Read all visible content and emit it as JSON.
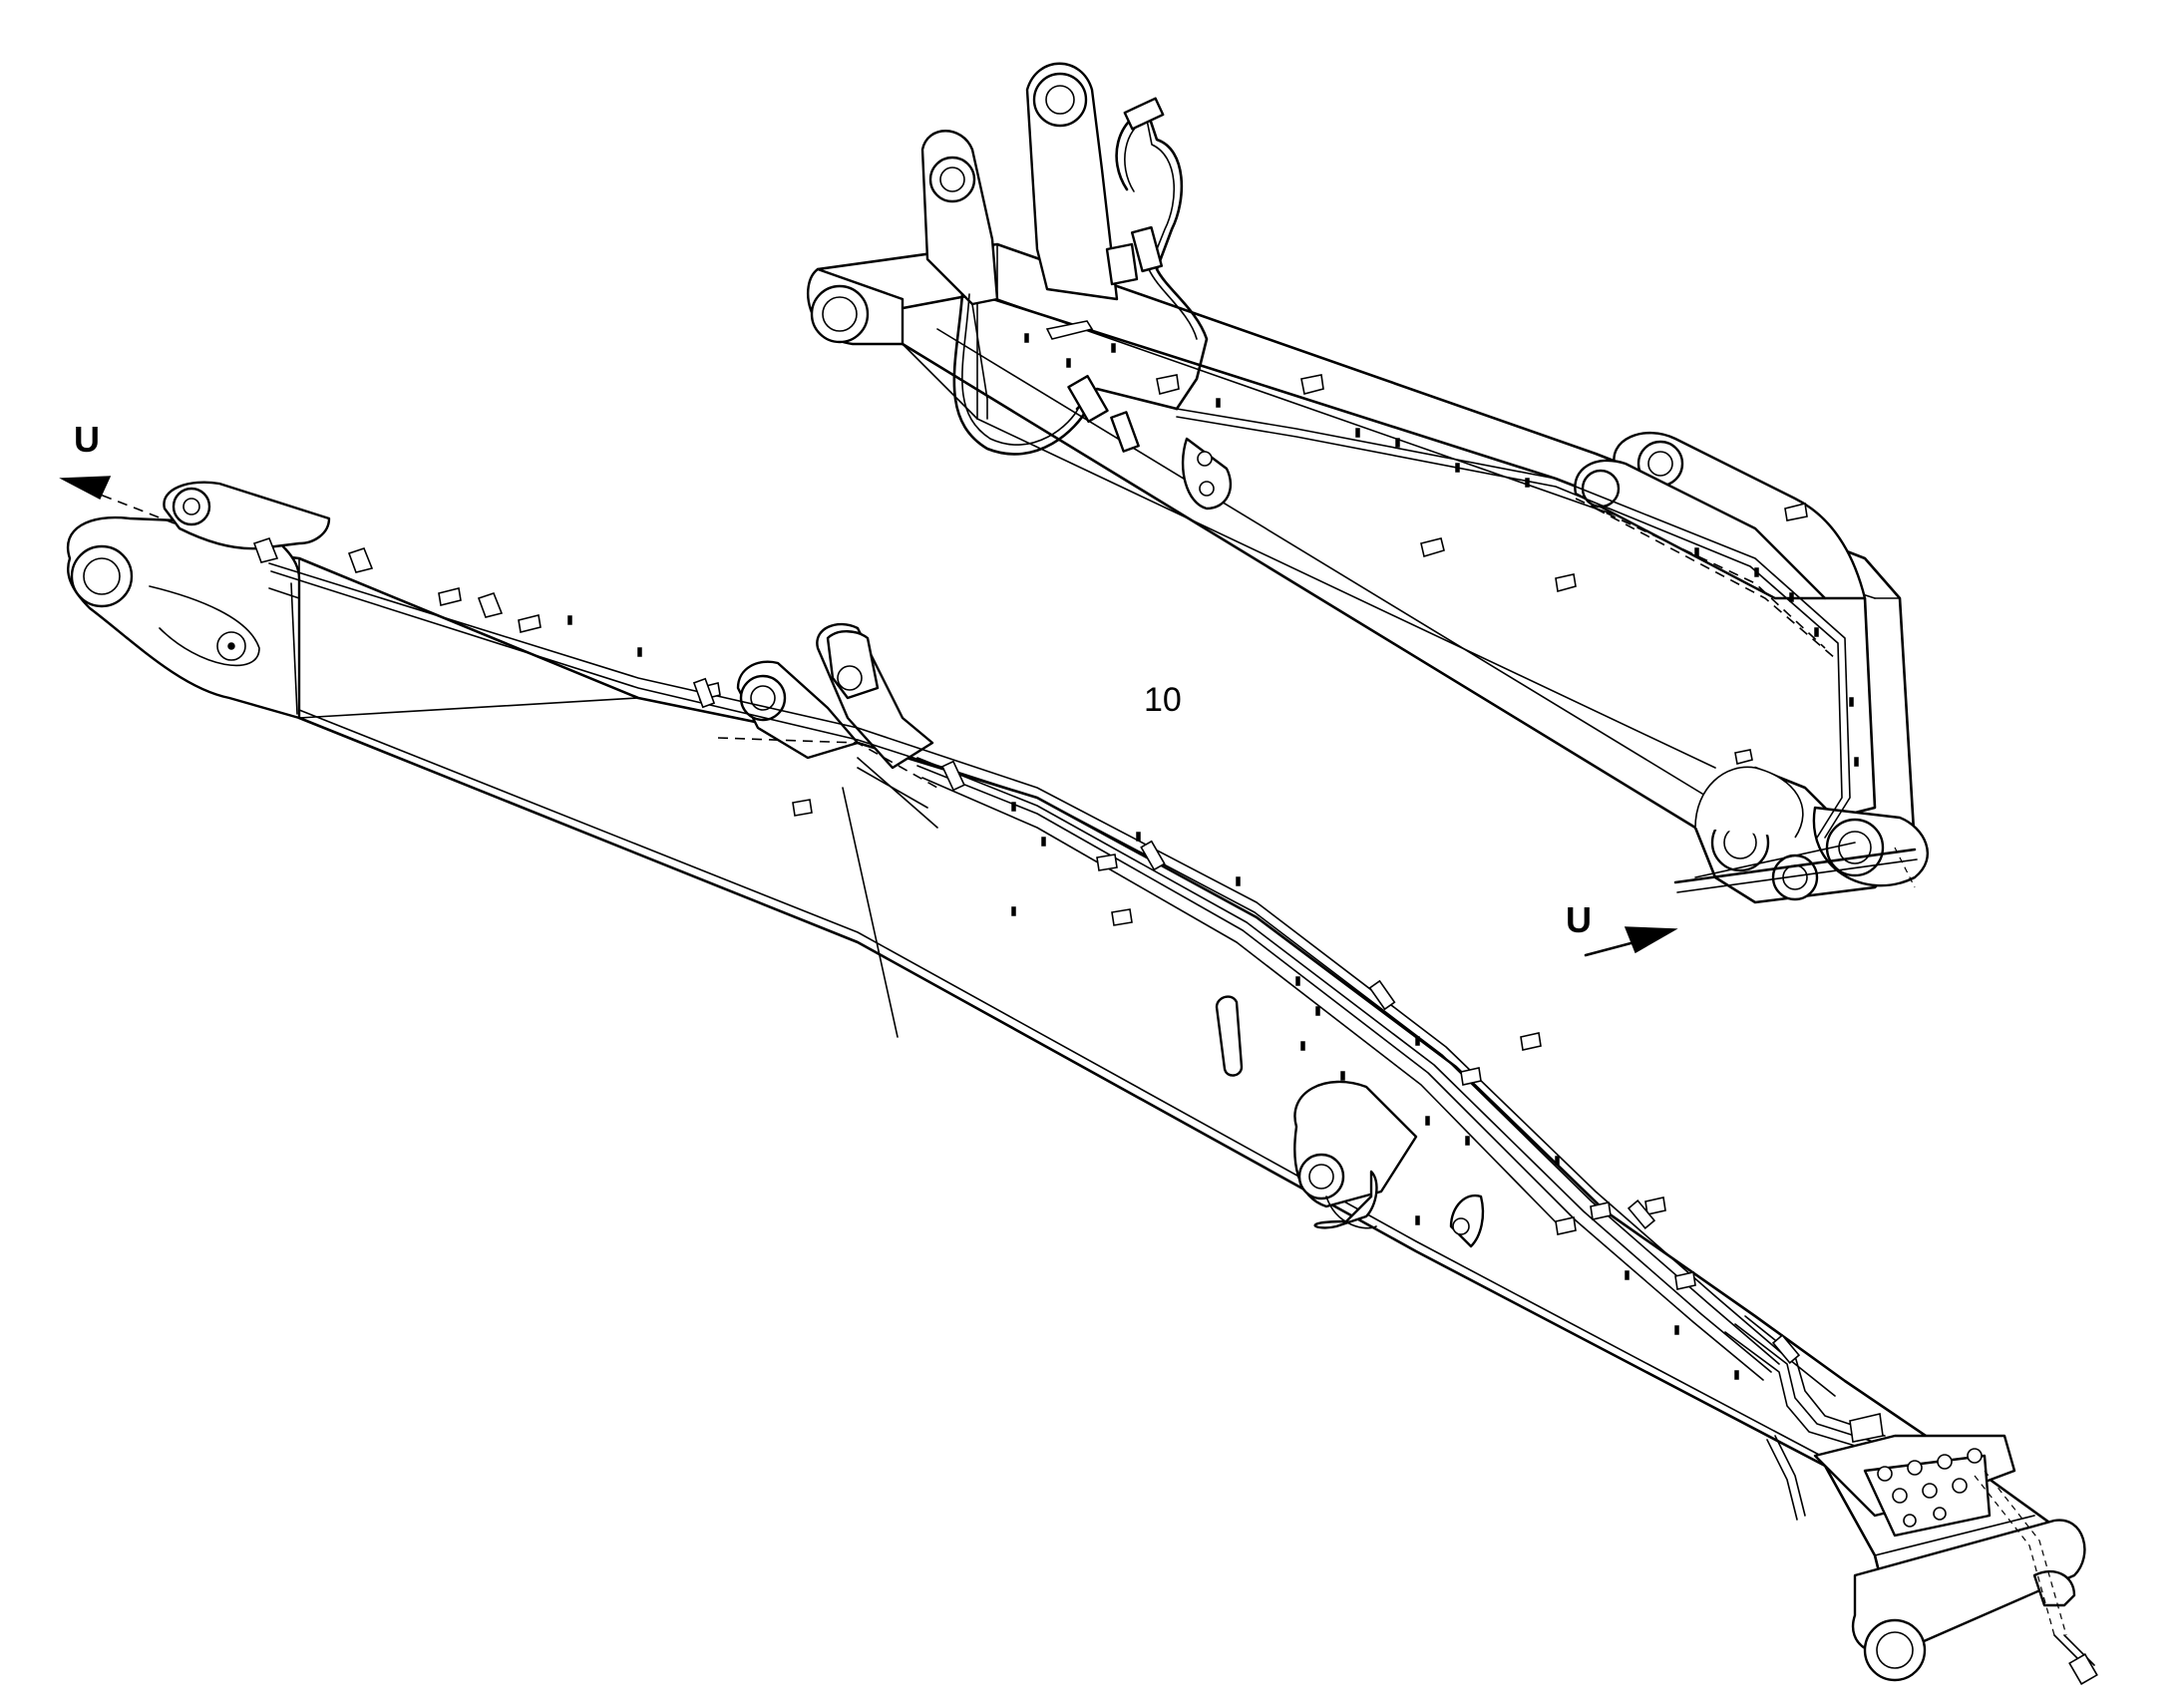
{
  "labels": {
    "part_number": "10",
    "view_marker_left": "U",
    "view_marker_right": "U"
  }
}
